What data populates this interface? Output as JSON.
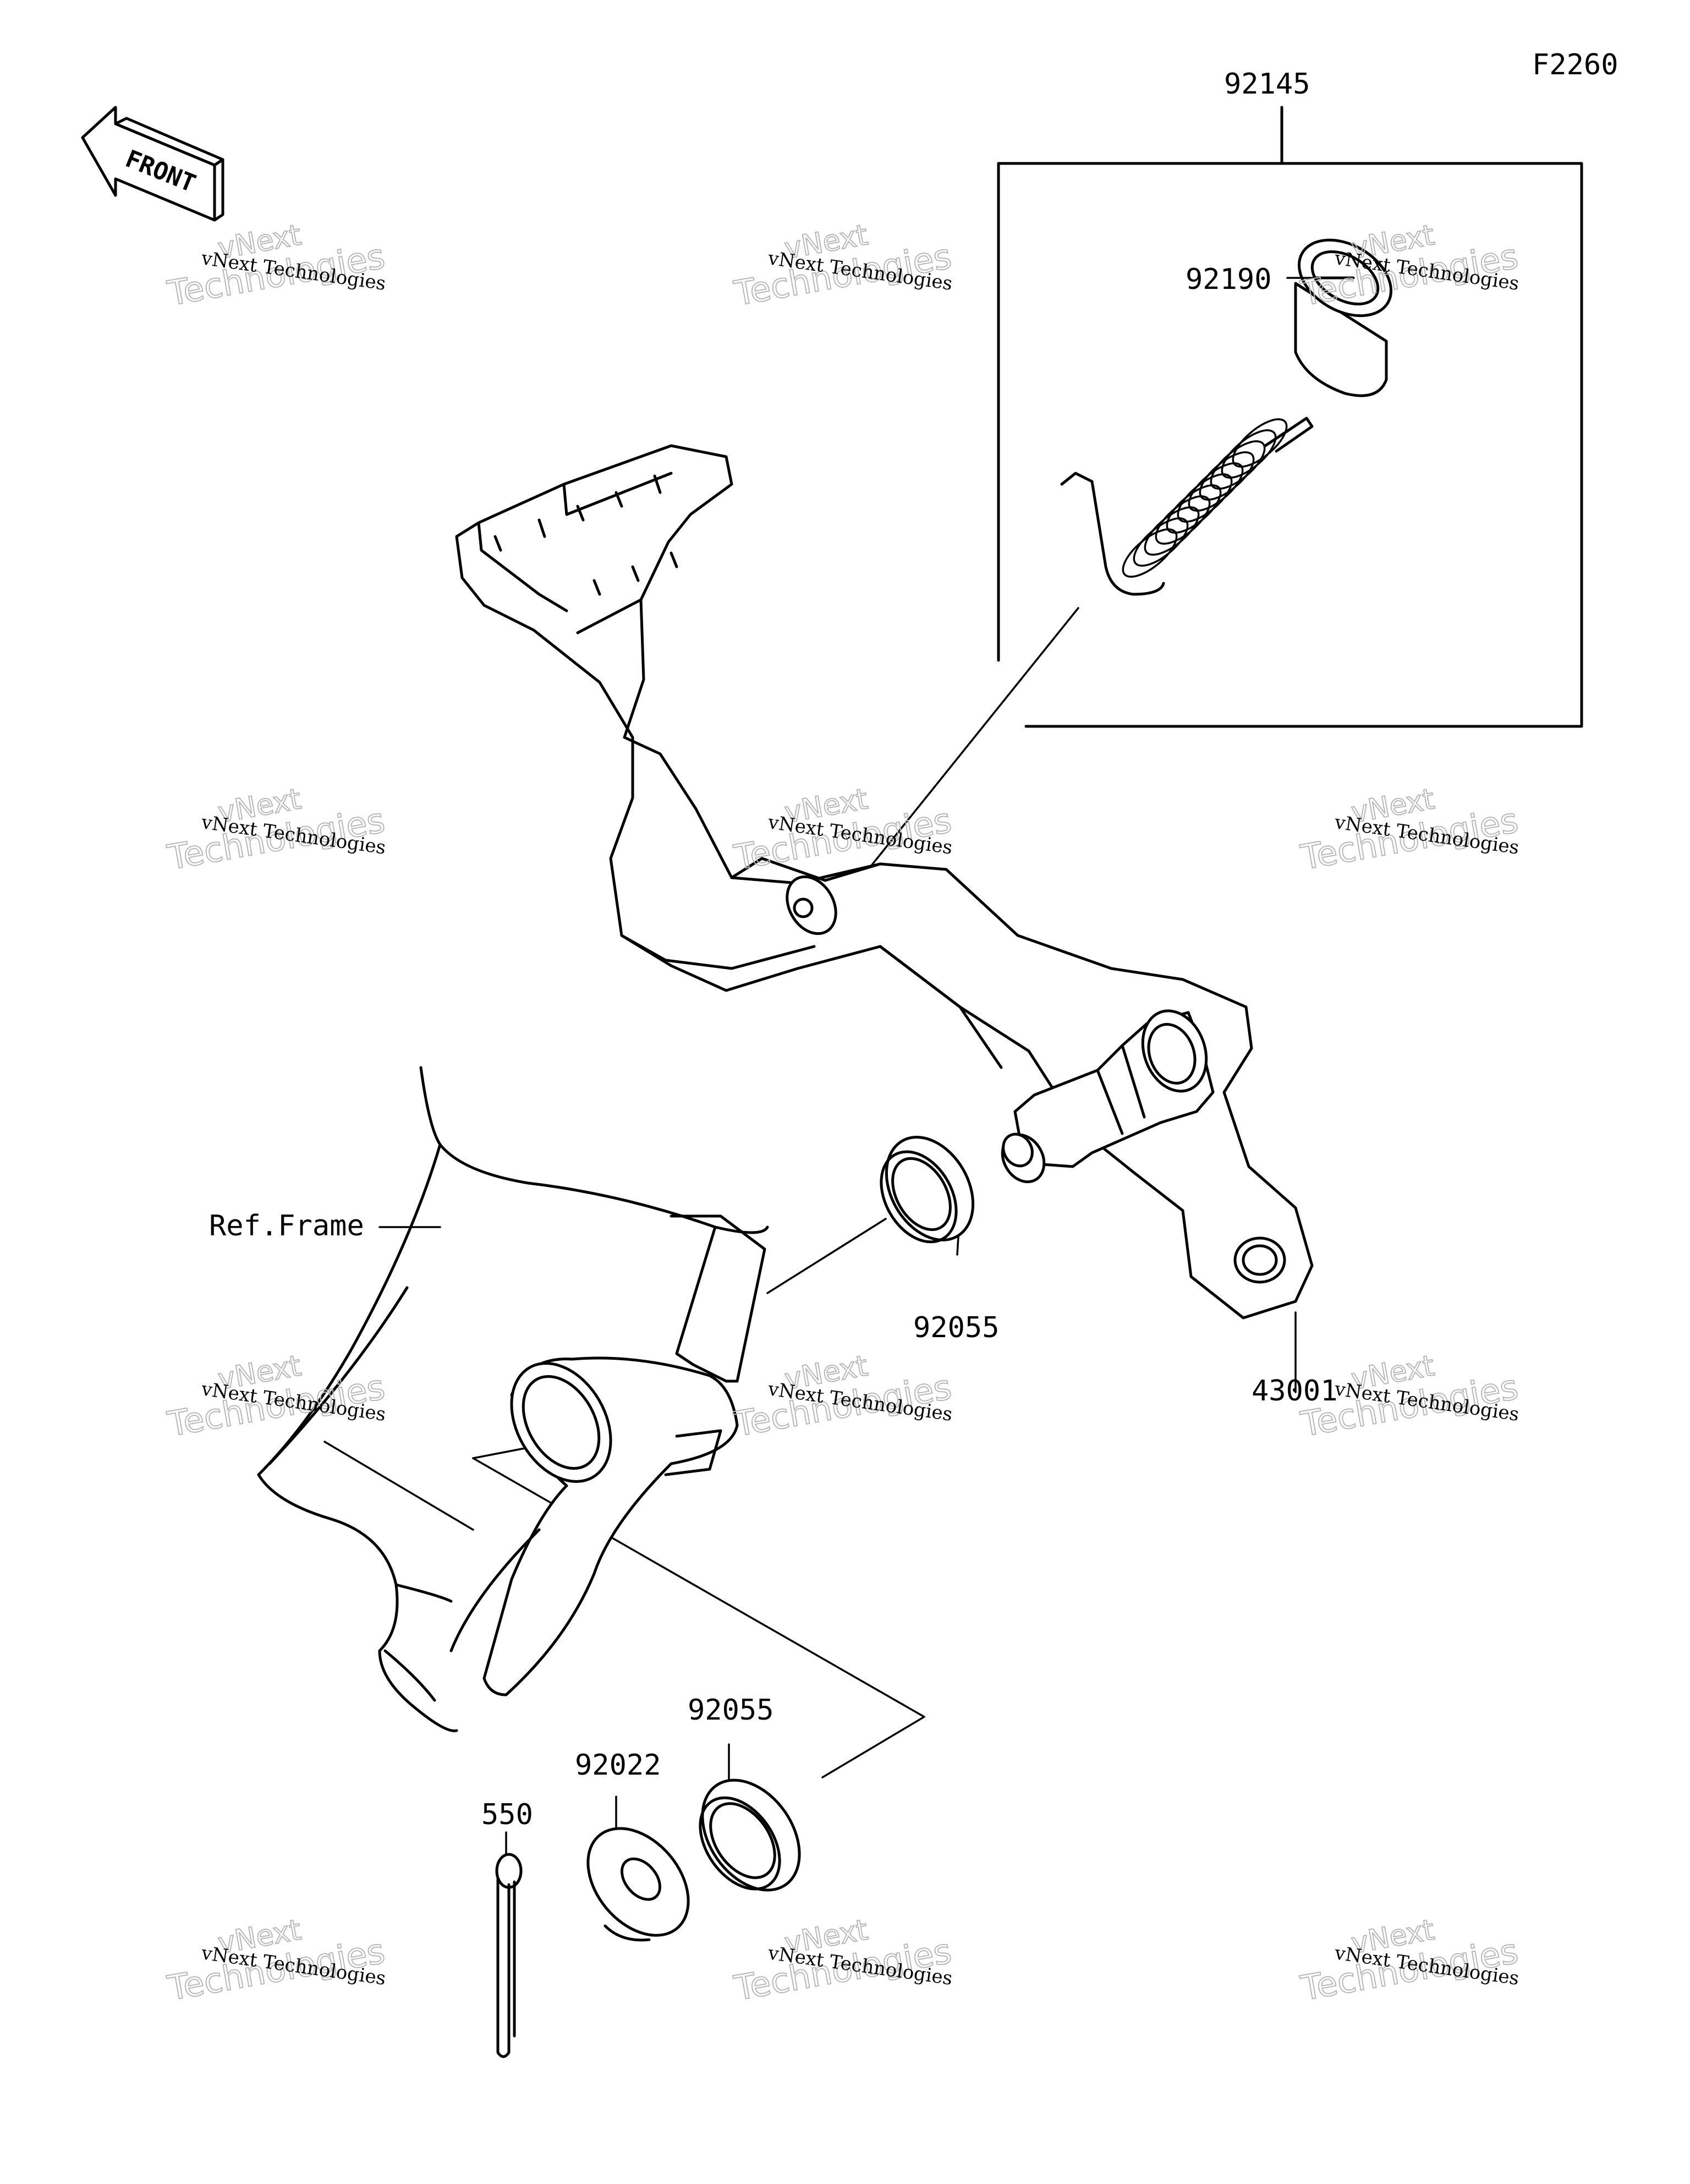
{
  "diagram_code": "F2260",
  "front_label": "FRONT",
  "ref_frame_label": "Ref.Frame",
  "parts": {
    "brake_pedal": "43001",
    "spring_assembly": "92145",
    "collar": "92190",
    "oil_seal_outer": "92055",
    "oil_seal_inner": "92055",
    "washer": "92022",
    "cotter_pin": "550"
  },
  "watermark": {
    "line1": "vNext Technologies",
    "line2": "Technologies",
    "line3": "vNext"
  }
}
